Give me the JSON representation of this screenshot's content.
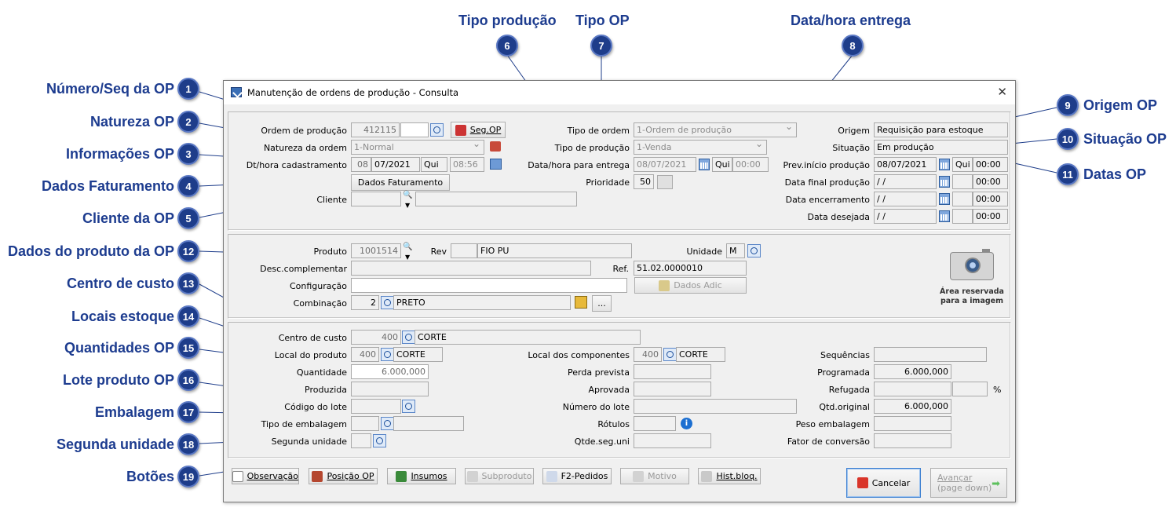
{
  "annotations": {
    "left": [
      {
        "num": "1",
        "label": "Número/Seq da OP"
      },
      {
        "num": "2",
        "label": "Natureza OP"
      },
      {
        "num": "3",
        "label": "Informações OP"
      },
      {
        "num": "4",
        "label": "Dados Faturamento"
      },
      {
        "num": "5",
        "label": "Cliente da OP"
      },
      {
        "num": "12",
        "label": "Dados do produto da OP"
      },
      {
        "num": "13",
        "label": "Centro de custo"
      },
      {
        "num": "14",
        "label": "Locais estoque"
      },
      {
        "num": "15",
        "label": "Quantidades OP"
      },
      {
        "num": "16",
        "label": "Lote produto OP"
      },
      {
        "num": "17",
        "label": "Embalagem"
      },
      {
        "num": "18",
        "label": "Segunda unidade"
      },
      {
        "num": "19",
        "label": "Botões"
      }
    ],
    "top": [
      {
        "num": "6",
        "label": "Tipo produção"
      },
      {
        "num": "7",
        "label": "Tipo OP"
      },
      {
        "num": "8",
        "label": "Data/hora entrega"
      }
    ],
    "right": [
      {
        "num": "9",
        "label": "Origem OP"
      },
      {
        "num": "10",
        "label": "Situação OP"
      },
      {
        "num": "11",
        "label": "Datas OP"
      }
    ]
  },
  "window": {
    "title": "Manutenção de ordens de produção - Consulta",
    "close": "✕"
  },
  "header": {
    "ordem_label": "Ordem de produção",
    "ordem_value": "412115",
    "seq_value": "",
    "seg_op_button": "Seg.OP",
    "natureza_label": "Natureza da ordem",
    "natureza_value": "1-Normal",
    "dtcad_label": "Dt/hora cadastramento",
    "dtcad_day": "08",
    "dtcad_date": "07/2021",
    "dtcad_weekday": "Qui",
    "dtcad_time": "08:56",
    "dados_fat_button": "Dados Faturamento",
    "cliente_label": "Cliente",
    "cliente_code": "",
    "cliente_name": "",
    "tipo_ordem_label": "Tipo de ordem",
    "tipo_ordem_value": "1-Ordem de produção",
    "tipo_prod_label": "Tipo de produção",
    "tipo_prod_value": "1-Venda",
    "entrega_label": "Data/hora para entrega",
    "entrega_date": "08/07/2021",
    "entrega_weekday": "Qui",
    "entrega_time": "00:00",
    "prioridade_label": "Prioridade",
    "prioridade_value": "50",
    "origem_label": "Origem",
    "origem_value": "Requisição para estoque",
    "situacao_label": "Situação",
    "situacao_value": "Em produção",
    "previnicio_label": "Prev.início produção",
    "previnicio_date": "08/07/2021",
    "previnicio_weekday": "Qui",
    "previnicio_time": "00:00",
    "datafinal_label": "Data final produção",
    "datafinal_date": " / /",
    "datafinal_time": "00:00",
    "dataenc_label": "Data encerramento",
    "dataenc_date": " / /",
    "dataenc_time": "00:00",
    "datadesej_label": "Data desejada",
    "datadesej_date": " / /",
    "datadesej_time": "00:00"
  },
  "product": {
    "produto_label": "Produto",
    "produto_code": "1001514",
    "rev_label": "Rev",
    "rev_value": "",
    "produto_name": "FIO PU",
    "unidade_label": "Unidade",
    "unidade_value": "M",
    "desc_label": "Desc.complementar",
    "desc_value": "",
    "ref_label": "Ref.",
    "ref_value": "51.02.0000010",
    "config_label": "Configuração",
    "config_value": "",
    "dados_adic_button": "Dados Adic",
    "comb_label": "Combinação",
    "comb_code": "2",
    "comb_name": "PRETO",
    "ellipsis_button": "...",
    "image_text": "Área reservada para a imagem"
  },
  "quant": {
    "cc_label": "Centro de custo",
    "cc_code": "400",
    "cc_name": "CORTE",
    "localprod_label": "Local do produto",
    "localprod_code": "400",
    "localprod_name": "CORTE",
    "localcomp_label": "Local dos componentes",
    "localcomp_code": "400",
    "localcomp_name": "CORTE",
    "seq_label": "Sequências",
    "seq_value": "",
    "quantidade_label": "Quantidade",
    "quantidade_value": "6.000,000",
    "perda_label": "Perda prevista",
    "perda_value": "",
    "programada_label": "Programada",
    "programada_value": "6.000,000",
    "produzida_label": "Produzida",
    "produzida_value": "",
    "aprovada_label": "Aprovada",
    "aprovada_value": "",
    "refugada_label": "Refugada",
    "refugada_value": "",
    "refugada_pct": "",
    "pct_sign": "%",
    "lote_label": "Código do lote",
    "lote_value": "",
    "numlote_label": "Número do lote",
    "numlote_value": "",
    "qtdorig_label": "Qtd.original",
    "qtdorig_value": "6.000,000",
    "emb_label": "Tipo de embalagem",
    "emb_code": "",
    "emb_name": "",
    "rotulos_label": "Rótulos",
    "rotulos_value": "",
    "pesoemb_label": "Peso embalagem",
    "pesoemb_value": "",
    "segund_label": "Segunda unidade",
    "segund_value": "",
    "qtdeseg_label": "Qtde.seg.uni",
    "qtdeseg_value": "",
    "fator_label": "Fator de conversão",
    "fator_value": ""
  },
  "buttons": {
    "observacao": "Observação",
    "posicao_op": "Posição OP",
    "insumos": "Insumos",
    "subproduto": "Subproduto",
    "f2_pedidos": "F2-Pedidos",
    "motivo": "Motivo",
    "hist_bloq": "Hist.bloq.",
    "cancelar": "Cancelar",
    "avancar": "Avançar",
    "avancar_sub": "(page down)"
  },
  "colors": {
    "annotation": "#1d3c8f",
    "badge": "#1e3d8a",
    "window_bg": "#f0f0f0"
  }
}
